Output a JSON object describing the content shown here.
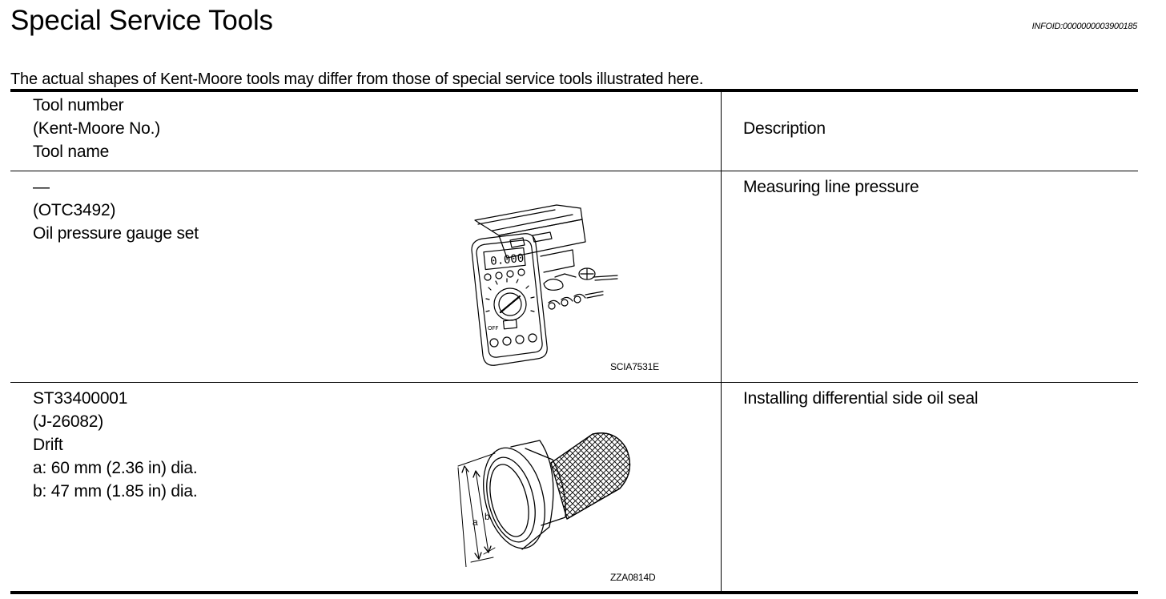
{
  "page": {
    "title": "Special Service Tools",
    "info_id": "INFOID:0000000003900185",
    "note": "The actual shapes of Kent-Moore tools may differ from those of special service tools illustrated here."
  },
  "table": {
    "header": {
      "tool_lines": [
        "Tool number",
        "(Kent-Moore No.)",
        "Tool name"
      ],
      "description": "Description"
    },
    "rows": [
      {
        "tool_lines": [
          "—",
          "(OTC3492)",
          "Oil pressure gauge set"
        ],
        "figure_code": "SCIA7531E",
        "figure_icon": "oil-pressure-gauge-set",
        "description": "Measuring line pressure"
      },
      {
        "tool_lines": [
          "ST33400001",
          "(J-26082)",
          "Drift",
          "a: 60 mm (2.36 in) dia.",
          "b: 47 mm (1.85 in) dia."
        ],
        "figure_code": "ZZA0814D",
        "figure_icon": "drift-tool",
        "figure_labels": {
          "a": "a",
          "b": "b"
        },
        "description": "Installing differential side oil seal"
      }
    ]
  }
}
